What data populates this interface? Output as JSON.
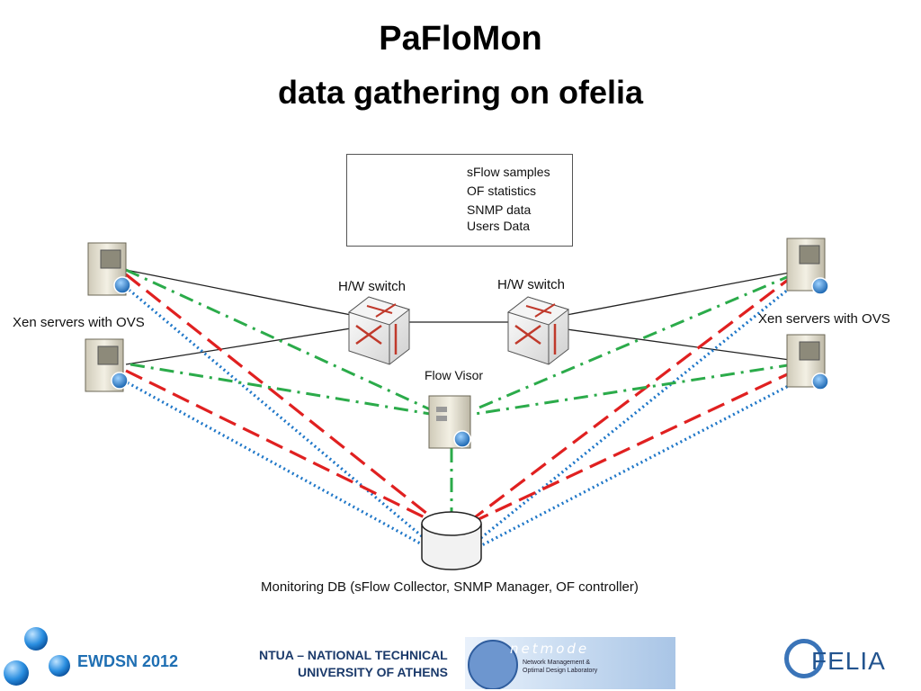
{
  "title": "PaFloMon",
  "subtitle": "data gathering on ofelia",
  "legend": {
    "items": [
      {
        "label": "sFlow samples",
        "style": "dotted",
        "color": "#1f77c8"
      },
      {
        "label": "OF statistics",
        "style": "dash-dot",
        "color": "#2bab4a"
      },
      {
        "label": "SNMP data",
        "style": "dashed",
        "color": "#e02020"
      },
      {
        "label": "Users Data",
        "style": "solid",
        "color": "#222222"
      }
    ]
  },
  "nodes": {
    "xen_left_label": "Xen servers with OVS",
    "xen_right_label": "Xen servers with OVS",
    "hw_switch_1": "H/W switch",
    "hw_switch_2": "H/W switch",
    "flow_visor": "Flow Visor",
    "monitoring_db": "Monitoring DB (sFlow Collector, SNMP Manager, OF controller)"
  },
  "footer": {
    "event": "EWDSN 2012",
    "university_line1": "NTUA – NATIONAL TECHNICAL",
    "university_line2": "UNIVERSITY OF ATHENS",
    "netmode_logo": "netmode",
    "netmode_sub1": "Network Management &",
    "netmode_sub2": "Optimal Design Laboratory",
    "ofelia_logo": "FELIA"
  },
  "colors": {
    "sflow": "#1f77c8",
    "of": "#2bab4a",
    "snmp": "#e02020",
    "users": "#222222",
    "accent": "#1f6fb3"
  }
}
